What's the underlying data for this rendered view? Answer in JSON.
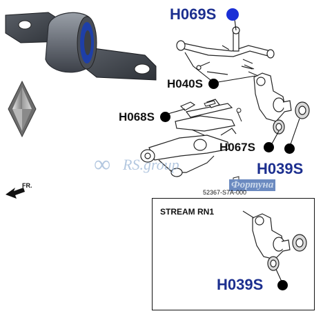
{
  "labels": {
    "main_code": "H069S",
    "part_h040s": "H040S",
    "part_h068s": "H068S",
    "part_h067s": "H067S",
    "part_h039s": "H039S",
    "front_marker": "FR.",
    "part_number": "52367-S7A-000"
  },
  "inset": {
    "title": "STREAM RN1",
    "code": "H039S"
  },
  "watermarks": {
    "site": "RS.group",
    "brand": "Фортуна"
  },
  "colors": {
    "accent_blue": "#1a2fd6",
    "label_blue": "#1c2f8f",
    "bushing_body": "#6a6f78",
    "bushing_core": "#1e3fa8"
  }
}
